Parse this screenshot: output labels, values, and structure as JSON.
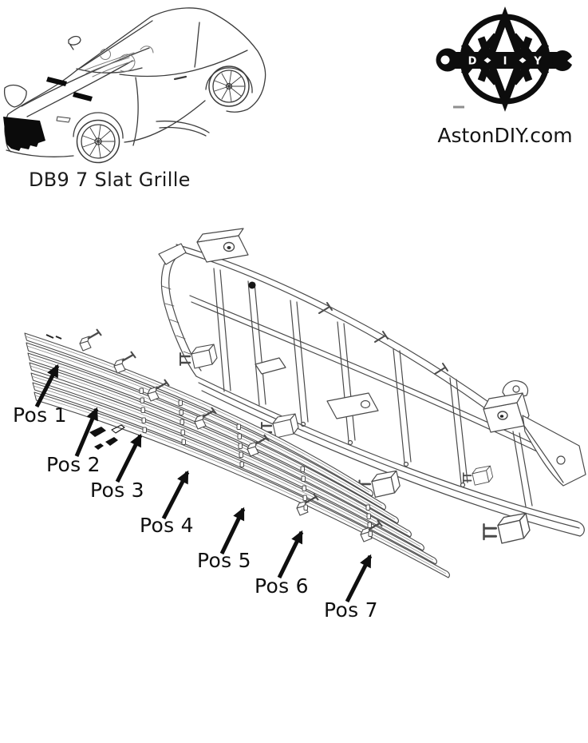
{
  "header": {
    "title": "DB9 7 Slat Grille"
  },
  "brand": {
    "site": "AstonDIY.com",
    "logo_letters": {
      "d": "D",
      "i": "I",
      "y": "Y"
    }
  },
  "diagram": {
    "labels": [
      {
        "text": "Pos 1"
      },
      {
        "text": "Pos 2"
      },
      {
        "text": "Pos 3"
      },
      {
        "text": "Pos 4"
      },
      {
        "text": "Pos 5"
      },
      {
        "text": "Pos 6"
      },
      {
        "text": "Pos 7"
      }
    ]
  },
  "colors": {
    "background": "#ffffff",
    "ink": "#141414",
    "line_art": "#474747",
    "logo": "#0d0d0d",
    "arrow": "#0f0f0f"
  }
}
